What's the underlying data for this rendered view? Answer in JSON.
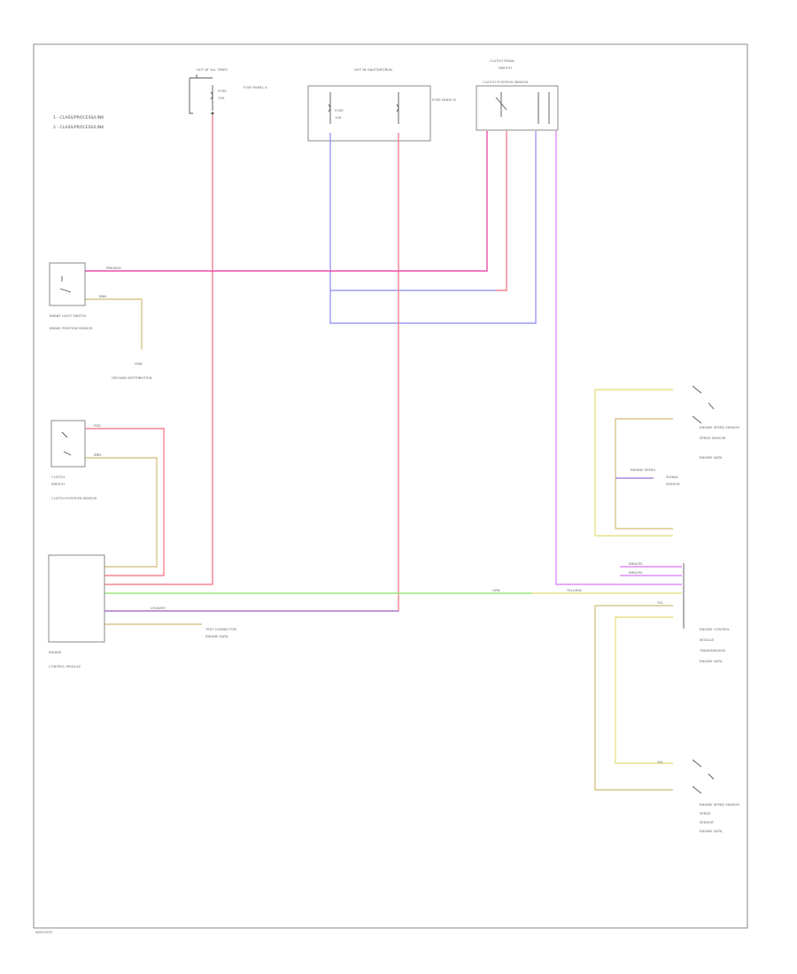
{
  "colors": {
    "red": "#f5828f",
    "pink": "#ee4fa8",
    "blue": "#9b9bf2",
    "violet": "#e08cf5",
    "green": "#98e57c",
    "yellow": "#e7e288",
    "tan": "#d9c68c",
    "purple": "#a78ad8",
    "frame": "#888888"
  },
  "legend": {
    "line1": "1 - CLASS/PROCESS/LINK",
    "line2": "2 - CLASS/PROCESS/LINK"
  },
  "top_components": {
    "fuse_left": {
      "title": "HOT AT ALL TIMES",
      "sub1": "FUSE",
      "sub2": "10A",
      "ref": "FUSE PANEL A"
    },
    "fuse_middle": {
      "title": "HOT IN ON/START/RUN",
      "sub1": "FUSE",
      "sub2": "10A",
      "ref": "FUSE PANEL B"
    },
    "switch_right": {
      "title": "CLUTCH PEDAL",
      "sub1": "SWITCH",
      "sub2": "CLUTCH POSITION SENSOR"
    }
  },
  "left_components": {
    "brake_switch": {
      "name": "BRAKE LIGHT SWITCH",
      "line2": "BRAKE POSITION SENSOR"
    },
    "ground_note": {
      "name": "GND",
      "line2": "GROUND DISTRIBUTION"
    },
    "clutch_switch": {
      "name": "CLUTCH",
      "line2": "SWITCH",
      "line3": "CLUTCH POSITION SENSOR"
    },
    "control_module": {
      "name": "ENGINE",
      "line2": "CONTROL MODULE"
    },
    "ref_note": {
      "name": "TEST CONNECTOR",
      "line2": "ENGINE DATA"
    }
  },
  "right_components": {
    "sensor_upper": {
      "name": "ENGINE SPEED SENSOR",
      "line2": "SPEED SENSOR",
      "line3": "ENGINE DATA"
    },
    "sensor_mid": {
      "name": "ENGINE SPEED",
      "line2": "SIGNAL",
      "line3": "SENSOR"
    },
    "module_right": {
      "name": "ENGINE CONTROL",
      "line2": "MODULE",
      "line3": "TRANSMISSION",
      "line4": "ENGINE DATA"
    },
    "sensor_lower": {
      "name": "ENGINE SPEED SENSOR",
      "line2": "SPEED",
      "line3": "SENSOR",
      "line4": "ENGINE DATA"
    }
  },
  "wire_tags": {
    "pink_main": "PNK/RED",
    "tan_gnd": "BRN",
    "red_a": "RED",
    "tan_b": "BRN",
    "green_main": "GRN",
    "green_mid": "YEL/GRN",
    "purple_main": "VIO/WHT",
    "right_a": "BRN/YEL",
    "right_b": "BRN/YEL",
    "right_c": "YEL",
    "right_d": "YEL"
  },
  "footer": {
    "code": "W/D/2030"
  }
}
